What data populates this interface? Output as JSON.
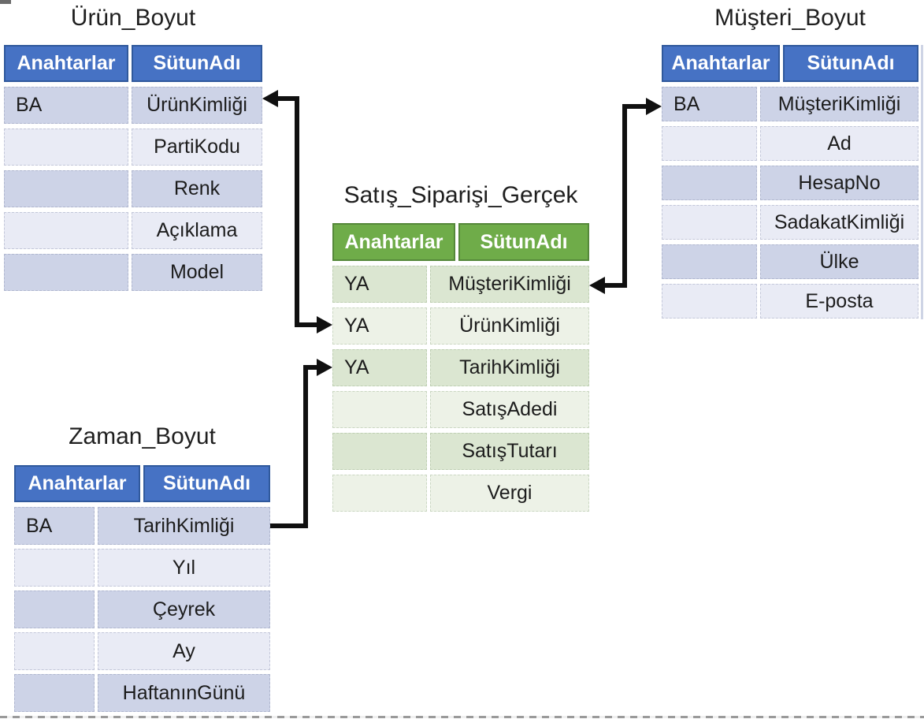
{
  "colors": {
    "dimension_header_blue": "#4672C4",
    "dimension_row_dark": "#CDD3E7",
    "dimension_row_light": "#E9EBF5",
    "fact_header_green": "#6FAC49",
    "fact_row_dark": "#DBE6D1",
    "fact_row_light": "#EDF2E7",
    "connector_black": "#101010"
  },
  "tables": {
    "urun": {
      "title": "Ürün_Boyut",
      "header": {
        "keys": "Anahtarlar",
        "column": "SütunAdı"
      },
      "rows": [
        {
          "key": "BA",
          "name": "ÜrünKimliği"
        },
        {
          "key": "",
          "name": "PartiKodu"
        },
        {
          "key": "",
          "name": "Renk"
        },
        {
          "key": "",
          "name": "Açıklama"
        },
        {
          "key": "",
          "name": "Model"
        }
      ]
    },
    "musteri": {
      "title": "Müşteri_Boyut",
      "header": {
        "keys": "Anahtarlar",
        "column": "SütunAdı"
      },
      "rows": [
        {
          "key": "BA",
          "name": "MüşteriKimliği"
        },
        {
          "key": "",
          "name": "Ad"
        },
        {
          "key": "",
          "name": "HesapNo"
        },
        {
          "key": "",
          "name": "SadakatKimliği"
        },
        {
          "key": "",
          "name": "Ülke"
        },
        {
          "key": "",
          "name": "E-posta"
        }
      ]
    },
    "fact": {
      "title": "Satış_Siparişi_Gerçek",
      "header": {
        "keys": "Anahtarlar",
        "column": "SütunAdı"
      },
      "rows": [
        {
          "key": "YA",
          "name": "MüşteriKimliği"
        },
        {
          "key": "YA",
          "name": "ÜrünKimliği"
        },
        {
          "key": "YA",
          "name": "TarihKimliği"
        },
        {
          "key": "",
          "name": "SatışAdedi"
        },
        {
          "key": "",
          "name": "SatışTutarı"
        },
        {
          "key": "",
          "name": "Vergi"
        }
      ]
    },
    "zaman": {
      "title": "Zaman_Boyut",
      "header": {
        "keys": "Anahtarlar",
        "column": "SütunAdı"
      },
      "rows": [
        {
          "key": "BA",
          "name": "TarihKimliği"
        },
        {
          "key": "",
          "name": "Yıl"
        },
        {
          "key": "",
          "name": "Çeyrek"
        },
        {
          "key": "",
          "name": "Ay"
        },
        {
          "key": "",
          "name": "HaftanınGünü"
        }
      ]
    }
  },
  "relationships": [
    {
      "from_table": "Satış_Siparişi_Gerçek",
      "from_column": "ÜrünKimliği",
      "to_table": "Ürün_Boyut",
      "to_column": "ÜrünKimliği",
      "arrowheads": "both"
    },
    {
      "from_table": "Satış_Siparişi_Gerçek",
      "from_column": "MüşteriKimliği",
      "to_table": "Müşteri_Boyut",
      "to_column": "MüşteriKimliği",
      "arrowheads": "both"
    },
    {
      "from_table": "Zaman_Boyut",
      "from_column": "TarihKimliği",
      "to_table": "Satış_Siparişi_Gerçek",
      "to_column": "TarihKimliği",
      "arrowheads": "fact-side"
    }
  ]
}
